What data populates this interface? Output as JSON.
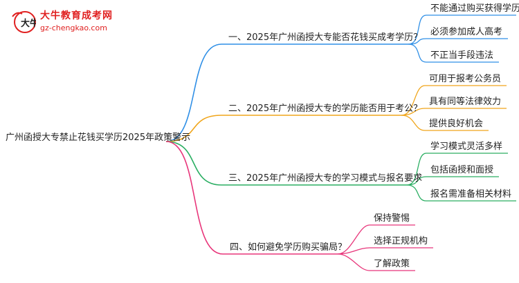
{
  "logo": {
    "title": "大牛教育成考网",
    "url": "gz-chengkao.com",
    "mark_text": "大牛"
  },
  "root": {
    "label": "广州函授大专禁止花钱买学历2025年政策警示"
  },
  "branches": [
    {
      "label": "一、2025年广州函授大专能否花钱买成考学历？",
      "color": "#2f8fe6",
      "leaves": [
        "不能通过购买获得学历",
        "必须参加成人高考",
        "不正当手段违法"
      ]
    },
    {
      "label": "二、2025年广州函授大专的学历能否用于考公？",
      "color": "#f0a51a",
      "leaves": [
        "可用于报考公务员",
        "具有同等法律效力",
        "提供良好机会"
      ]
    },
    {
      "label": "三、2025年广州函授大专的学习模式与报名要求",
      "color": "#2aae62",
      "leaves": [
        "学习模式灵活多样",
        "包括函授和面授",
        "报名需准备相关材料"
      ]
    },
    {
      "label": "四、如何避免学历购买骗局？",
      "color": "#e8357a",
      "leaves": [
        "保持警惕",
        "选择正规机构",
        "了解政策"
      ]
    }
  ]
}
